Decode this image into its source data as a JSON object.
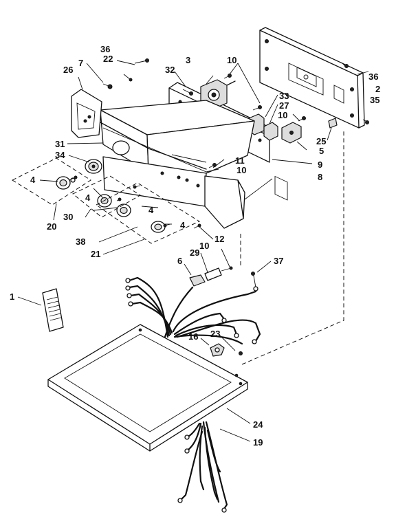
{
  "callouts": {
    "c1": "1",
    "c2": "2",
    "c3": "3",
    "c4a": "4",
    "c4b": "4",
    "c4c": "4",
    "c4d": "4",
    "c5": "5",
    "c6": "6",
    "c7": "7",
    "c8": "8",
    "c9": "9",
    "c10a": "10",
    "c10b": "10",
    "c10c": "10",
    "c10d": "10",
    "c11": "11",
    "c12": "12",
    "c16": "16",
    "c19": "19",
    "c20": "20",
    "c21": "21",
    "c22": "22",
    "c23": "23",
    "c24": "24",
    "c25": "25",
    "c26": "26",
    "c27": "27",
    "c29": "29",
    "c30": "30",
    "c31": "31",
    "c32": "32",
    "c33": "33",
    "c34": "34",
    "c35": "35",
    "c36a": "36",
    "c36b": "36",
    "c37": "37",
    "c38": "38"
  }
}
